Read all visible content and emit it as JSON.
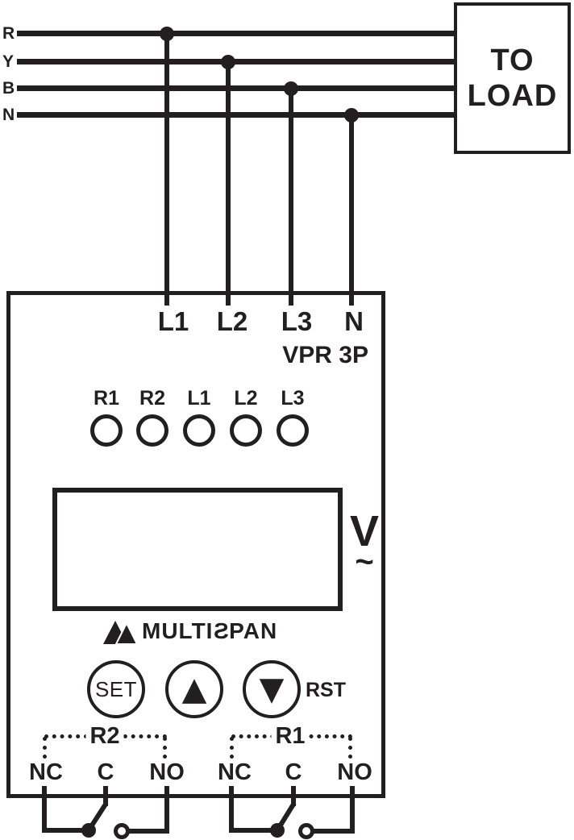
{
  "colors": {
    "ink": "#231f20",
    "background": "#ffffff"
  },
  "phases": [
    "R",
    "Y",
    "B",
    "N"
  ],
  "load": {
    "line1": "TO",
    "line2": "LOAD"
  },
  "device": {
    "model": "VPR 3P",
    "terminals": [
      "L1",
      "L2",
      "L3",
      "N"
    ],
    "leds": [
      "R1",
      "R2",
      "L1",
      "L2",
      "L3"
    ],
    "display": {
      "unit": "V",
      "ac": "~"
    },
    "logo": {
      "pre": "MULTI",
      "s": "S",
      "post": "PAN"
    },
    "buttons": {
      "set": "SET",
      "up_icon": "▲",
      "down_icon": "▼",
      "rst": "RST"
    },
    "relays": [
      {
        "name": "R2",
        "terminals": [
          "NC",
          "C",
          "NO"
        ]
      },
      {
        "name": "R1",
        "terminals": [
          "NC",
          "C",
          "NO"
        ]
      }
    ]
  }
}
